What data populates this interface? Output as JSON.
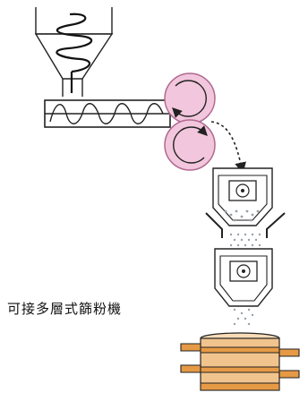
{
  "caption": "可接多層式篩粉機",
  "colors": {
    "line": "#222222",
    "roller": "#f2c6dc",
    "roller_stroke": "#b06a90",
    "hopper_fill": "#ffffff",
    "particles": "#9aa0a8",
    "sieve_orange": "#e69a45",
    "sieve_tan": "#f1c48e",
    "sieve_light": "#f8dcb8"
  },
  "icons": [
    "mixer-spiral",
    "screw-conveyor",
    "roller-pair",
    "rotation-arrow",
    "chute-arrow",
    "grinder-box",
    "multi-layer-sifter"
  ]
}
